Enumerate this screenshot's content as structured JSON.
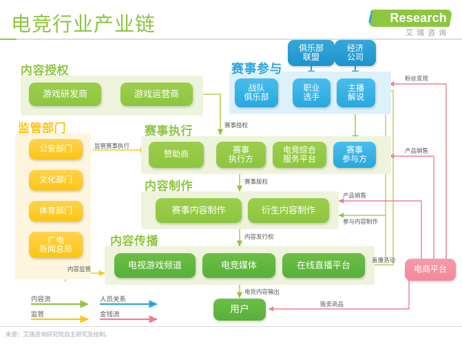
{
  "header": {
    "title": "电竞行业产业链",
    "logo": {
      "i": "i",
      "word": "Research",
      "cn": "艾瑞咨询"
    }
  },
  "groups": {
    "content_licensing": {
      "title": "内容授权",
      "color": "#8dc63f"
    },
    "regulators": {
      "title": "监管部门",
      "color": "#fbc513"
    },
    "event_participation": {
      "title": "赛事参与",
      "color": "#29a7df"
    },
    "event_execution": {
      "title": "赛事执行",
      "color": "#8dc63f"
    },
    "content_production": {
      "title": "内容制作",
      "color": "#8dc63f"
    },
    "content_distribution": {
      "title": "内容传播",
      "color": "#8dc63f"
    }
  },
  "nodes": {
    "game_developer": "游戏研发商",
    "game_operator": "游戏运营商",
    "public_security": "公安部门",
    "culture_dept": "文化部门",
    "sports_dept": "体育部门",
    "sarft": "广电\n新闻总局",
    "sarft_l1": "广电",
    "sarft_l2": "新闻总局",
    "club_alliance_l1": "俱乐部",
    "club_alliance_l2": "联盟",
    "agency_l1": "经济",
    "agency_l2": "公司",
    "team_club_l1": "战队",
    "team_club_l2": "俱乐部",
    "pro_player_l1": "职业",
    "pro_player_l2": "选手",
    "caster_l1": "主播",
    "caster_l2": "解说",
    "sponsor": "赞助商",
    "event_organizer_l1": "赛事",
    "event_organizer_l2": "执行方",
    "service_platform_l1": "电竞综合",
    "service_platform_l2": "服务平台",
    "event_party_l1": "赛事",
    "event_party_l2": "参与方",
    "event_content": "赛事内容制作",
    "derivative_content": "衍生内容制作",
    "tv_game_channel": "电视游戏频道",
    "esports_media": "电竞媒体",
    "live_platform": "在线直播平台",
    "user": "用户",
    "ecommerce": "电商平台"
  },
  "edge_labels": {
    "event_license": "赛事授权",
    "regulate_event_exec": "监管赛事执行",
    "event_copyright": "赛事版权",
    "content_distribution_right": "内容发行权",
    "esports_content_output": "电竞内容输出",
    "content_regulation": "内容监管",
    "fan_monetization": "粉丝变现",
    "product_sales_top": "产品销售",
    "product_sales_mid": "产品销售",
    "join_content_production": "参与内容制作",
    "live_event": "直播活动",
    "sell_goods": "贩卖商品"
  },
  "legend": {
    "items": [
      {
        "label": "内容流",
        "color": "#8dc63f"
      },
      {
        "label": "人员关系",
        "color": "#29a7df"
      },
      {
        "label": "监管",
        "color": "#fbc513"
      },
      {
        "label": "金钱流",
        "color": "#ef7e8e"
      }
    ]
  },
  "footer": {
    "source": "来源：艾瑞咨询研究院自主研究及绘制。"
  }
}
